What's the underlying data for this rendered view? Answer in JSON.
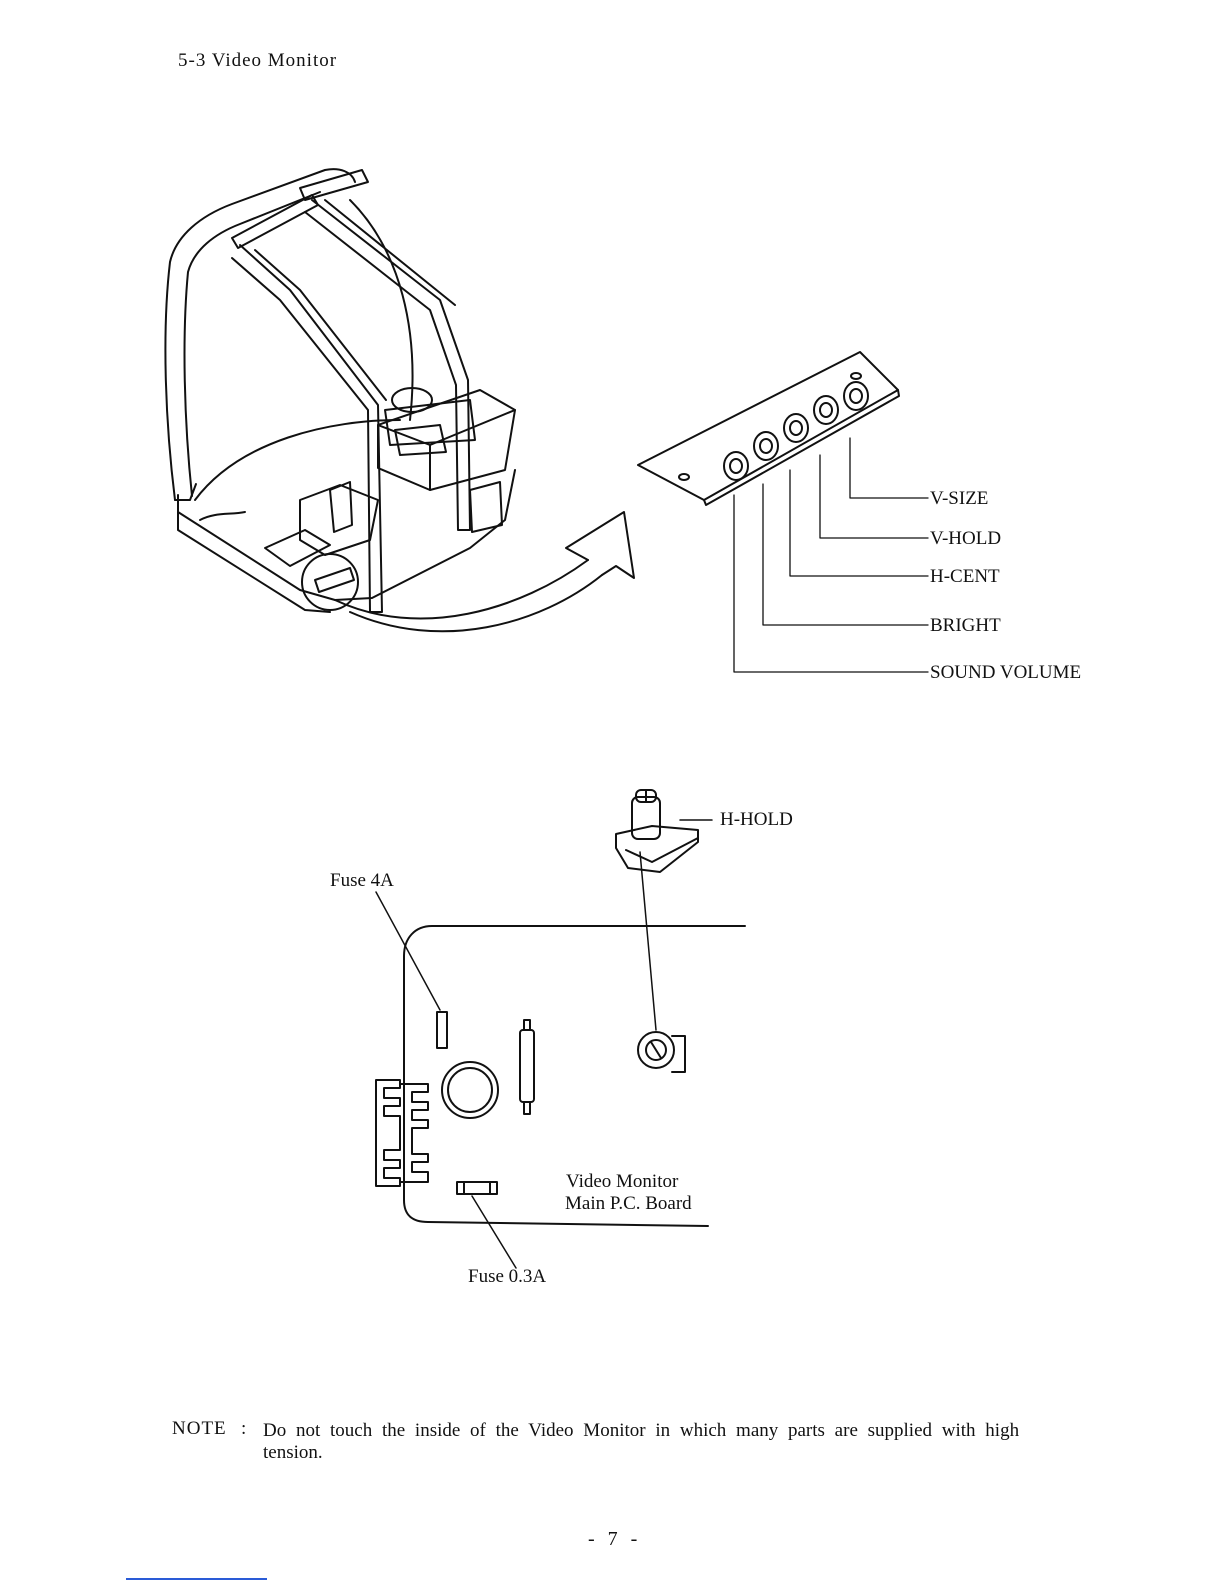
{
  "section_heading": "5-3   Video Monitor",
  "control_labels": {
    "v_size": "V-SIZE",
    "v_hold": "V-HOLD",
    "h_cent": "H-CENT",
    "bright": "BRIGHT",
    "sound_volume": "SOUND  VOLUME"
  },
  "board_labels": {
    "h_hold": "H-HOLD",
    "fuse_4a": "Fuse  4A",
    "fuse_03a": "Fuse  0.3A",
    "board_line1": "Video  Monitor",
    "board_line2": "Main  P.C.  Board"
  },
  "note": {
    "key": "NOTE",
    "colon": ":",
    "text": "Do not touch the inside of the Video Monitor in which many parts are supplied with high tension."
  },
  "page_number": "- 7 -"
}
